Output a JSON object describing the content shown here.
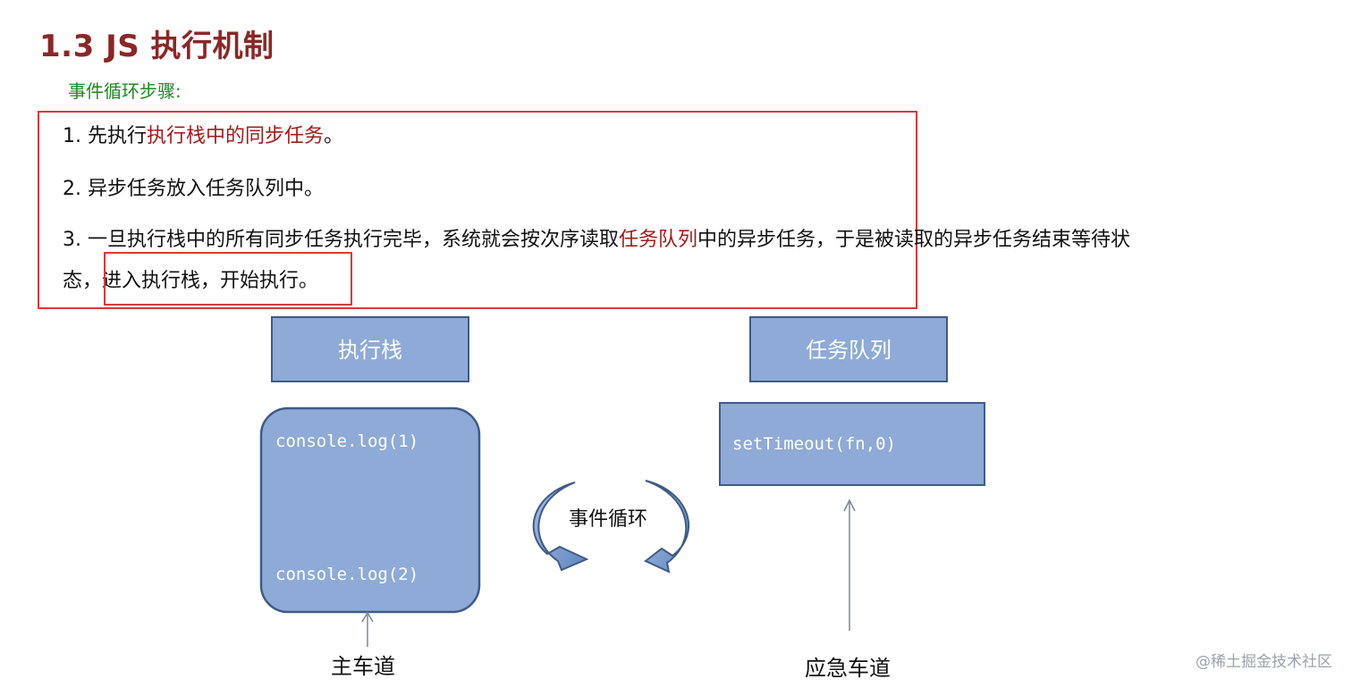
{
  "title": "1.3 JS 执行机制",
  "subtitle": "事件循环步骤:",
  "steps": {
    "step1_prefix": "1. 先执行",
    "step1_highlight": "执行栈中的同步任务",
    "step1_suffix": "。",
    "step2": "2. 异步任务放入任务队列中。",
    "step3_prefix": "3. 一旦执行栈中的所有同步任务执行完毕，系统就会按次序读取",
    "step3_highlight": "任务队列",
    "step3_suffix": "中的异步任务，于是被读取的异步任务结束等待状",
    "step3_line2_prefix": "态，",
    "step3_line2_boxed": "进入执行栈，开始执行。"
  },
  "diagram": {
    "exec_stack_label": "执行栈",
    "task_queue_label": "任务队列",
    "exec_code_1": "console.log(1)",
    "exec_code_2": "console.log(2)",
    "queue_code": "setTimeout(fn,0)",
    "event_loop_label": "事件循环",
    "main_lane_label": "主车道",
    "emergency_lane_label": "应急车道"
  },
  "colors": {
    "title": "#8B2727",
    "subtitle": "#1f8a1f",
    "highlight_text": "#a11c1c",
    "frame_red": "#d83a3a",
    "box_fill": "#8eaad6",
    "box_stroke": "#3f5b86"
  },
  "watermark": "@稀土掘金技术社区"
}
